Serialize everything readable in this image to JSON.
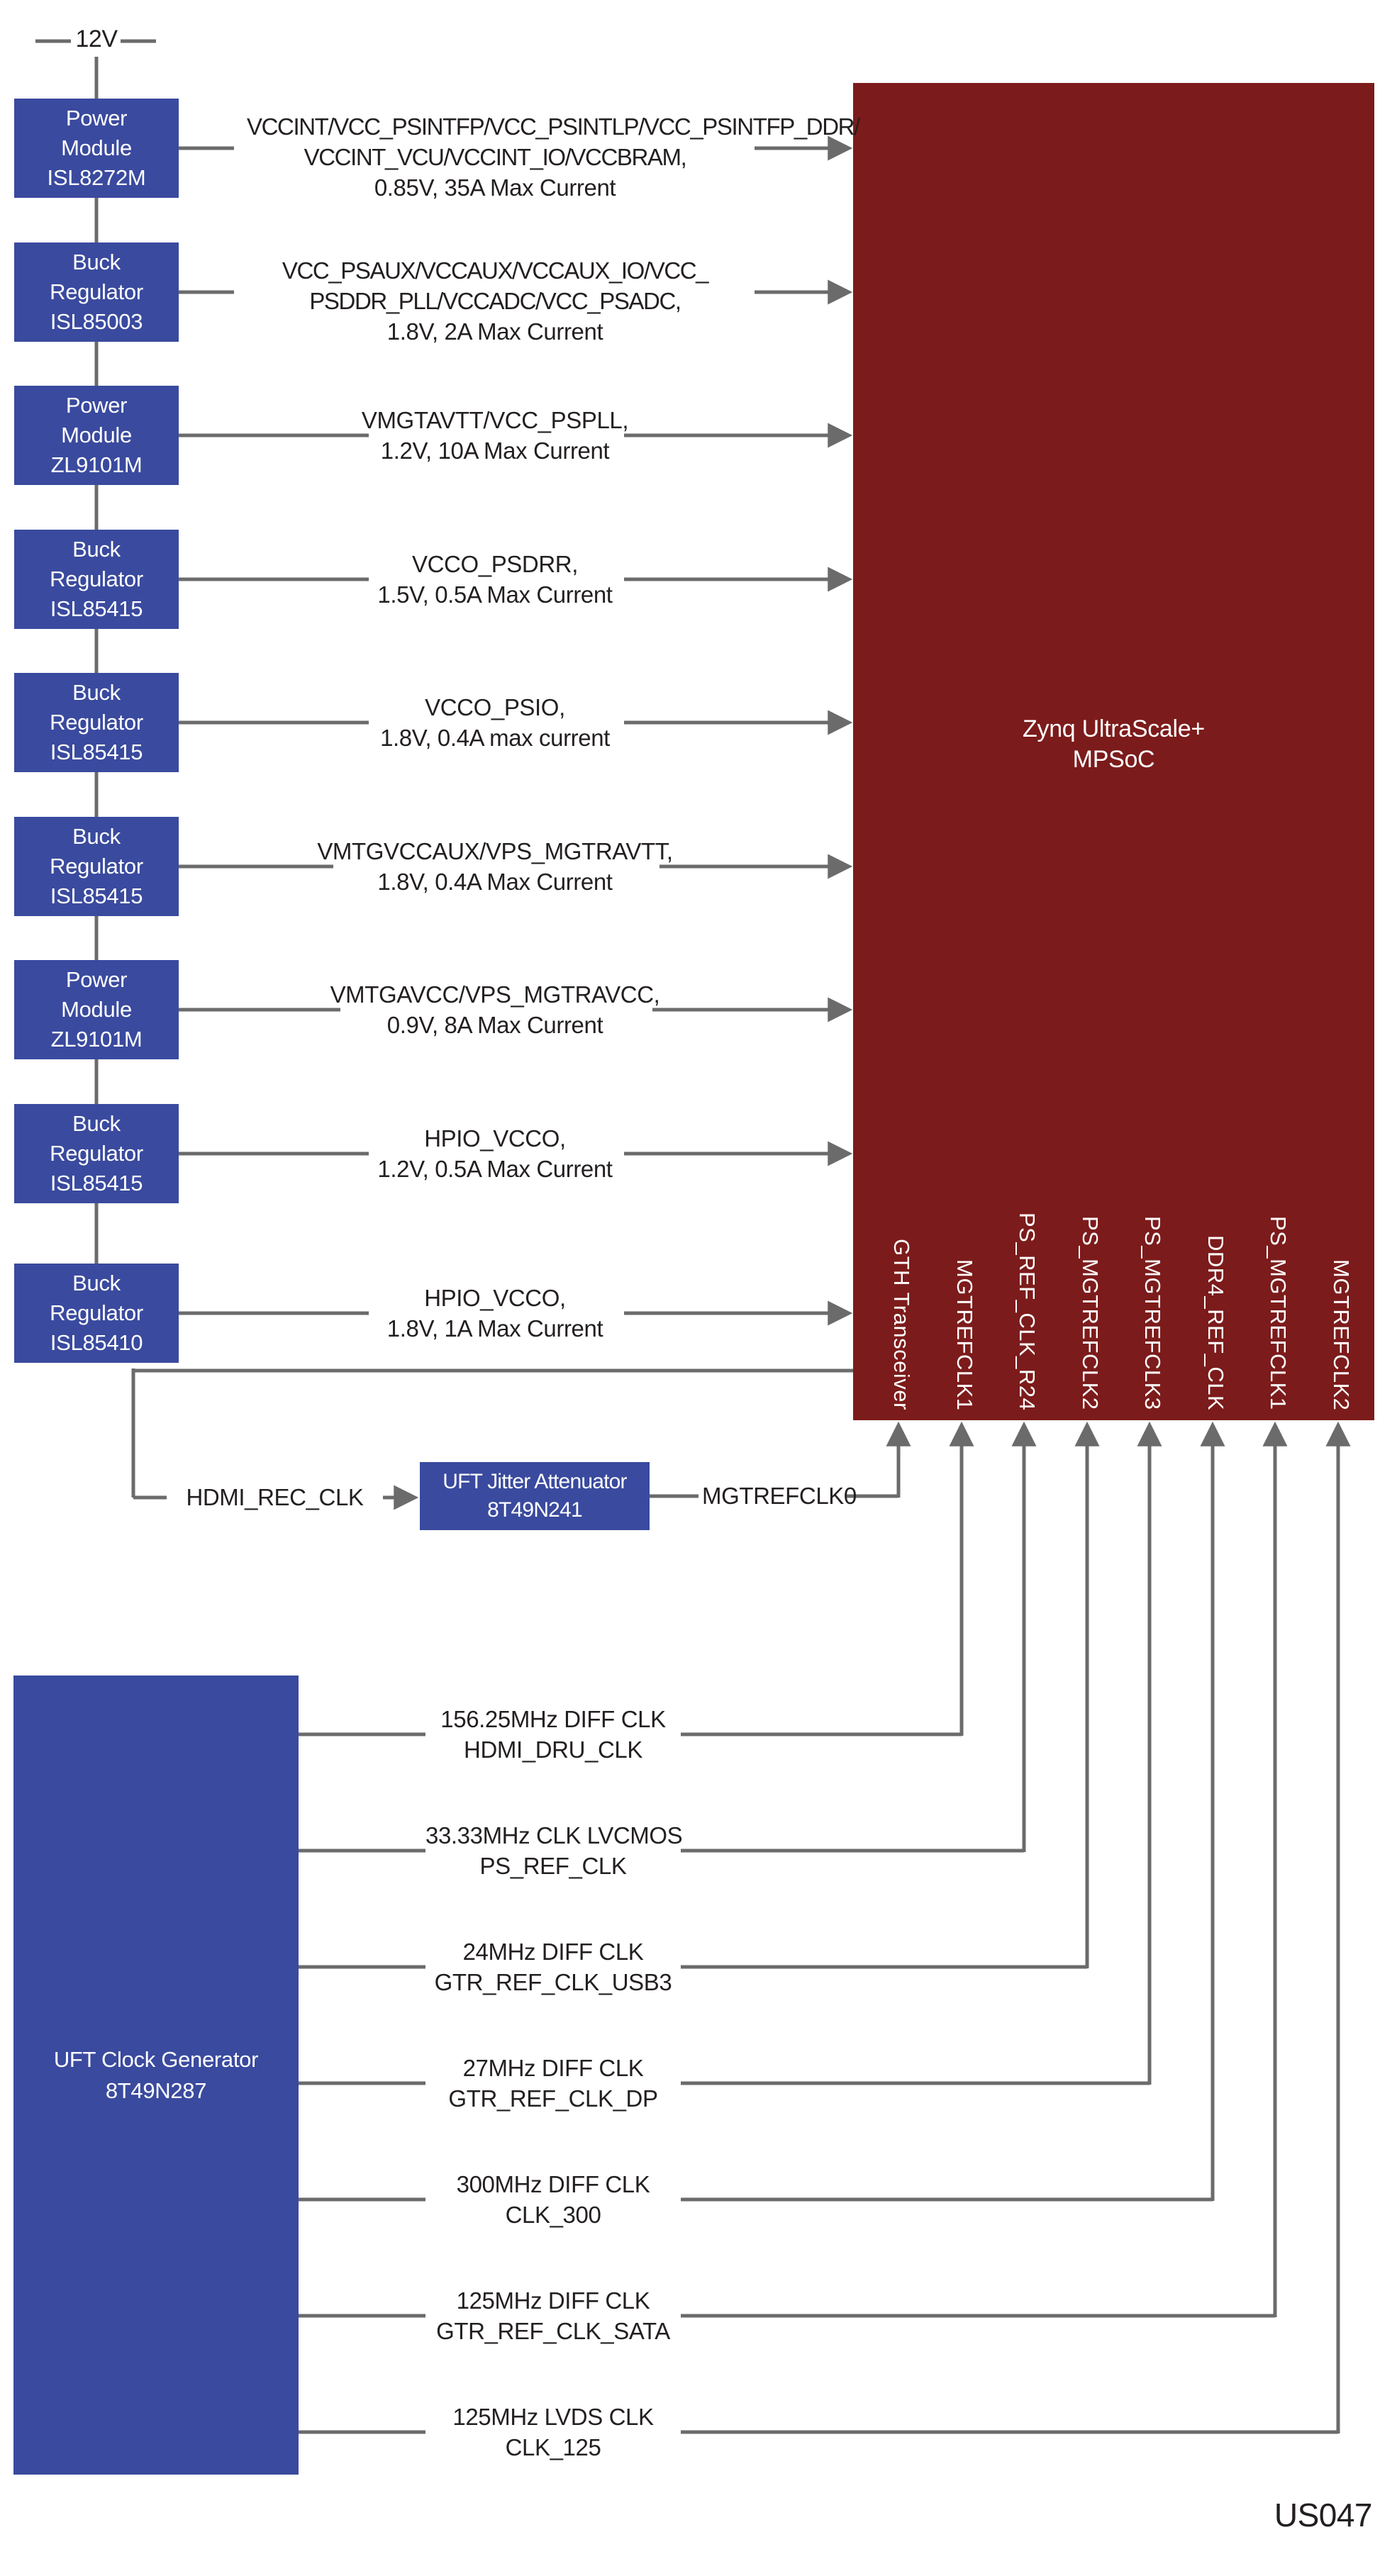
{
  "diagram_id": "US047",
  "power_input": {
    "label": "12V"
  },
  "regulators": [
    {
      "block": [
        "Power",
        "Module",
        "ISL8272M"
      ],
      "rail": [
        "VCCINT/VCC_PSINTFP/VCC_PSINTLP/VCC_PSINTFP_DDR/",
        "VCCINT_VCU/VCCINT_IO/VCCBRAM,",
        "0.85V, 35A Max Current"
      ]
    },
    {
      "block": [
        "Buck",
        "Regulator",
        "ISL85003"
      ],
      "rail": [
        "VCC_PSAUX/VCCAUX/VCCAUX_IO/VCC_",
        "PSDDR_PLL/VCCADC/VCC_PSADC,",
        "1.8V, 2A Max Current"
      ]
    },
    {
      "block": [
        "Power",
        "Module",
        "ZL9101M"
      ],
      "rail": [
        "VMGTAVTT/VCC_PSPLL,",
        "1.2V, 10A Max Current"
      ]
    },
    {
      "block": [
        "Buck",
        "Regulator",
        "ISL85415"
      ],
      "rail": [
        "VCCO_PSDRR,",
        "1.5V, 0.5A Max Current"
      ]
    },
    {
      "block": [
        "Buck",
        "Regulator",
        "ISL85415"
      ],
      "rail": [
        "VCCO_PSIO,",
        "1.8V, 0.4A max current"
      ]
    },
    {
      "block": [
        "Buck",
        "Regulator",
        "ISL85415"
      ],
      "rail": [
        "VMTGVCCAUX/VPS_MGTRAVTT,",
        "1.8V, 0.4A Max Current"
      ]
    },
    {
      "block": [
        "Power",
        "Module",
        "ZL9101M"
      ],
      "rail": [
        "VMTGAVCC/VPS_MGTRAVCC,",
        "0.9V, 8A Max Current"
      ]
    },
    {
      "block": [
        "Buck",
        "Regulator",
        "ISL85415"
      ],
      "rail": [
        "HPIO_VCCO,",
        "1.2V, 0.5A Max Current"
      ]
    },
    {
      "block": [
        "Buck",
        "Regulator",
        "ISL85410"
      ],
      "rail": [
        "HPIO_VCCO,",
        "1.8V, 1A Max Current"
      ]
    }
  ],
  "mpsoc": {
    "name": [
      "Zynq UltraScale+",
      "MPSoC"
    ],
    "pins": [
      "GTH Transceiver",
      "MGTREFCLK1",
      "PS_REF_CLK_R24",
      "PS_MGTREFCLK2",
      "PS_MGTREFCLK3",
      "DDR4_REF_CLK",
      "PS_MGTREFCLK1",
      "MGTREFCLK2"
    ]
  },
  "jitter_attenuator": {
    "block": [
      "UFT Jitter Attenuator",
      "8T49N241"
    ],
    "input": "HDMI_REC_CLK",
    "output": "MGTREFCLK0"
  },
  "clock_generator": {
    "block": [
      "UFT Clock Generator",
      "8T49N287"
    ],
    "outputs": [
      [
        "156.25MHz DIFF CLK",
        "HDMI_DRU_CLK"
      ],
      [
        "33.33MHz CLK LVCMOS",
        "PS_REF_CLK"
      ],
      [
        "24MHz DIFF CLK",
        "GTR_REF_CLK_USB3"
      ],
      [
        "27MHz DIFF CLK",
        "GTR_REF_CLK_DP"
      ],
      [
        "300MHz DIFF CLK",
        "CLK_300"
      ],
      [
        "125MHz DIFF CLK",
        "GTR_REF_CLK_SATA"
      ],
      [
        "125MHz LVDS CLK",
        "CLK_125"
      ]
    ]
  },
  "colors": {
    "block_blue": "#3A4A9E",
    "mpsoc_red": "#7C1B1B",
    "line_gray": "#6B6B6B",
    "text": "#231F20"
  }
}
